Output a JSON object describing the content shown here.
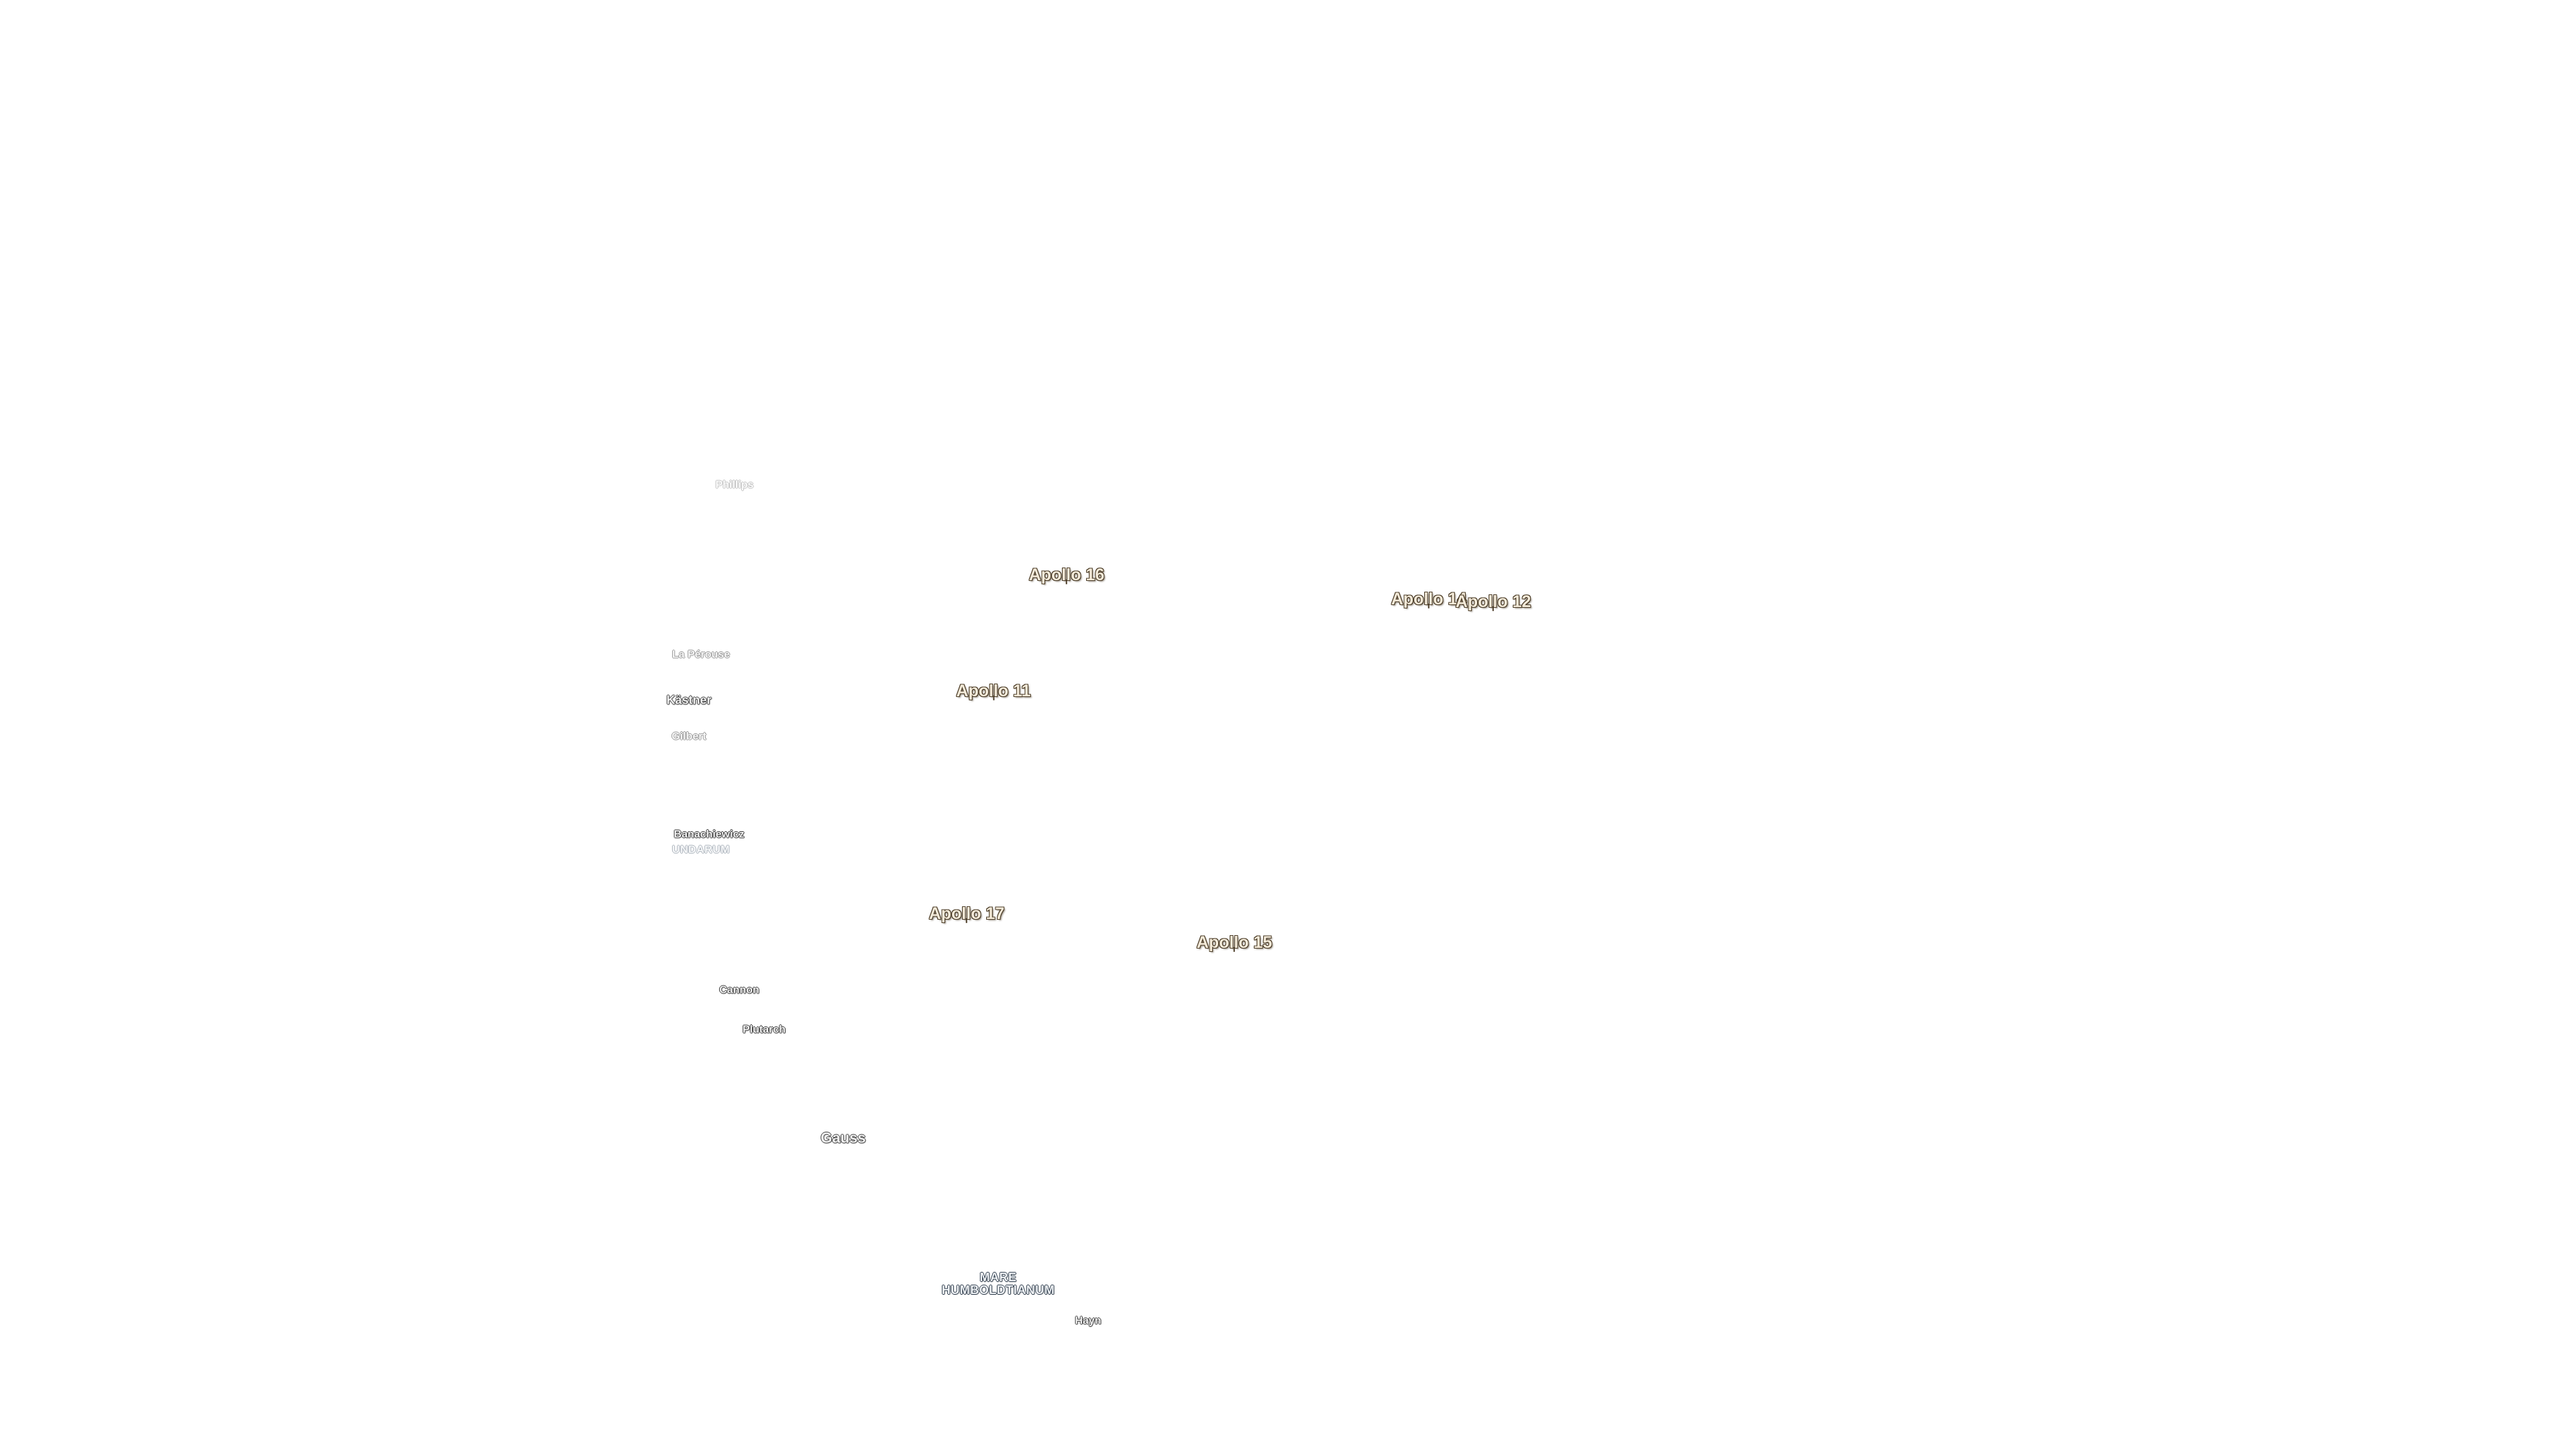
{
  "apollo_sites": [
    {
      "id": "apollo-16",
      "label": "Apollo 16"
    },
    {
      "id": "apollo-14",
      "label": "Apollo 14"
    },
    {
      "id": "apollo-12",
      "label": "Apollo 12"
    },
    {
      "id": "apollo-11",
      "label": "Apollo 11"
    },
    {
      "id": "apollo-17",
      "label": "Apollo 17"
    },
    {
      "id": "apollo-15",
      "label": "Apollo 15"
    }
  ],
  "craters": [
    {
      "id": "phillips",
      "label": "Phillips"
    },
    {
      "id": "la-perouse",
      "label": "La Pérouse"
    },
    {
      "id": "kastner",
      "label": "Kästner"
    },
    {
      "id": "gilbert",
      "label": "Gilbert"
    },
    {
      "id": "banachiewicz",
      "label": "Banachiewicz"
    },
    {
      "id": "cannon",
      "label": "Cannon"
    },
    {
      "id": "plutarch",
      "label": "Plutarch"
    },
    {
      "id": "gauss",
      "label": "Gauss"
    },
    {
      "id": "hayn",
      "label": "Hayn"
    }
  ],
  "maria": [
    {
      "id": "undarum",
      "label": "UNDARUM"
    },
    {
      "id": "humboldtianum",
      "line1": "MARE",
      "line2": "HUMBOLDTIANUM"
    }
  ],
  "colors": {
    "background": "#ffffff",
    "apollo_fill": "#f3ead9",
    "apollo_outline": "#4a3b26",
    "crater_outline": "#3d3d3d",
    "mare_outline": "#2f3d4d"
  }
}
